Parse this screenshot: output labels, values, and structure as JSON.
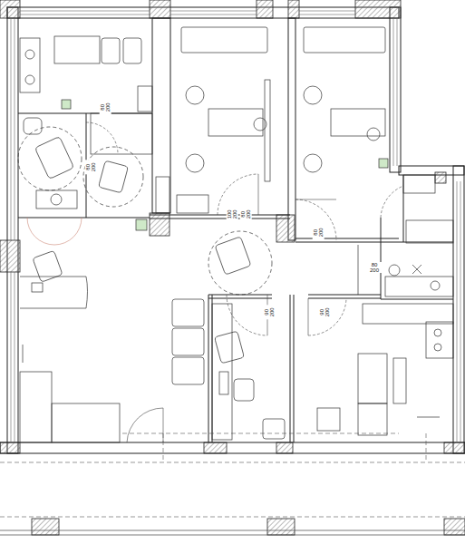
{
  "diagram": {
    "labels": [
      "80 200",
      "80 200",
      "100 200",
      "80 200",
      "80 200",
      "80 200",
      "90 200",
      "90 200"
    ]
  }
}
